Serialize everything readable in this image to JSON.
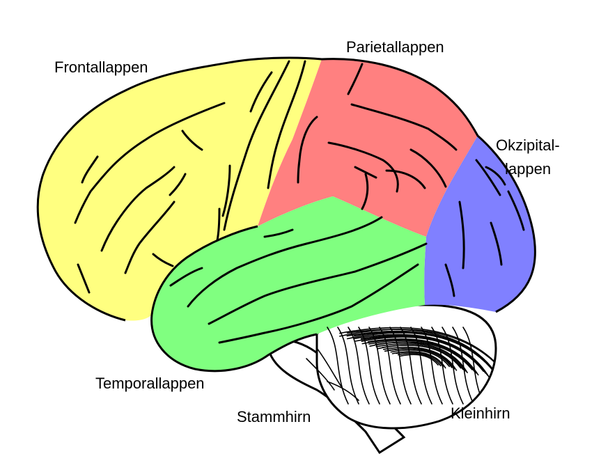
{
  "diagram": {
    "labels": {
      "frontal": "Frontallappen",
      "parietal": "Parietallappen",
      "occipital_line1": "Okzipital-",
      "occipital_line2": "lappen",
      "temporal": "Temporallappen",
      "brainstem": "Stammhirn",
      "cerebellum": "Kleinhirn"
    },
    "colors": {
      "frontal": "#ffff80",
      "parietal": "#ff8080",
      "occipital": "#8080ff",
      "temporal": "#80ff80",
      "cerebellum": "#ffffff",
      "brainstem": "#ffffff",
      "outline": "#000000"
    }
  }
}
